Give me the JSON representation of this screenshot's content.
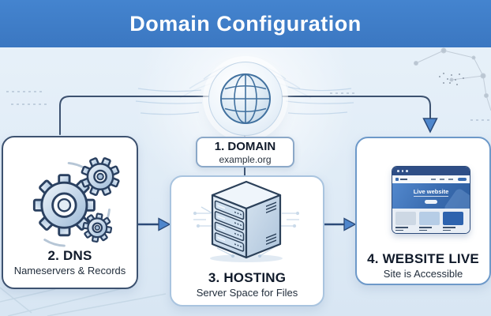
{
  "header": {
    "title": "Domain Configuration"
  },
  "nodes": {
    "domain": {
      "label": "1. DOMAIN",
      "sublabel": "example.org"
    },
    "dns": {
      "label": "2. DNS",
      "sublabel": "Nameservers & Records"
    },
    "hosting": {
      "label": "3. HOSTING",
      "sublabel": "Server Space for Files"
    },
    "website": {
      "label": "4. WEBSITE LIVE",
      "sublabel": "Site is Accessible"
    }
  },
  "website_preview": {
    "hero_title": "Live website"
  },
  "icons": {
    "domain": "globe-icon",
    "dns": "gears-icon",
    "hosting": "server-icon",
    "website": "browser-window-icon"
  },
  "colors": {
    "banner_blue": "#3e7cc6",
    "background_light": "#e9f1f9",
    "connector_dark": "#3d5270",
    "arrow_fill": "#4f87cd",
    "dns_border": "#3d5270",
    "hosting_border": "#a9c4df",
    "website_border": "#6d99c9",
    "hero_blue": "#3a6cb0"
  }
}
